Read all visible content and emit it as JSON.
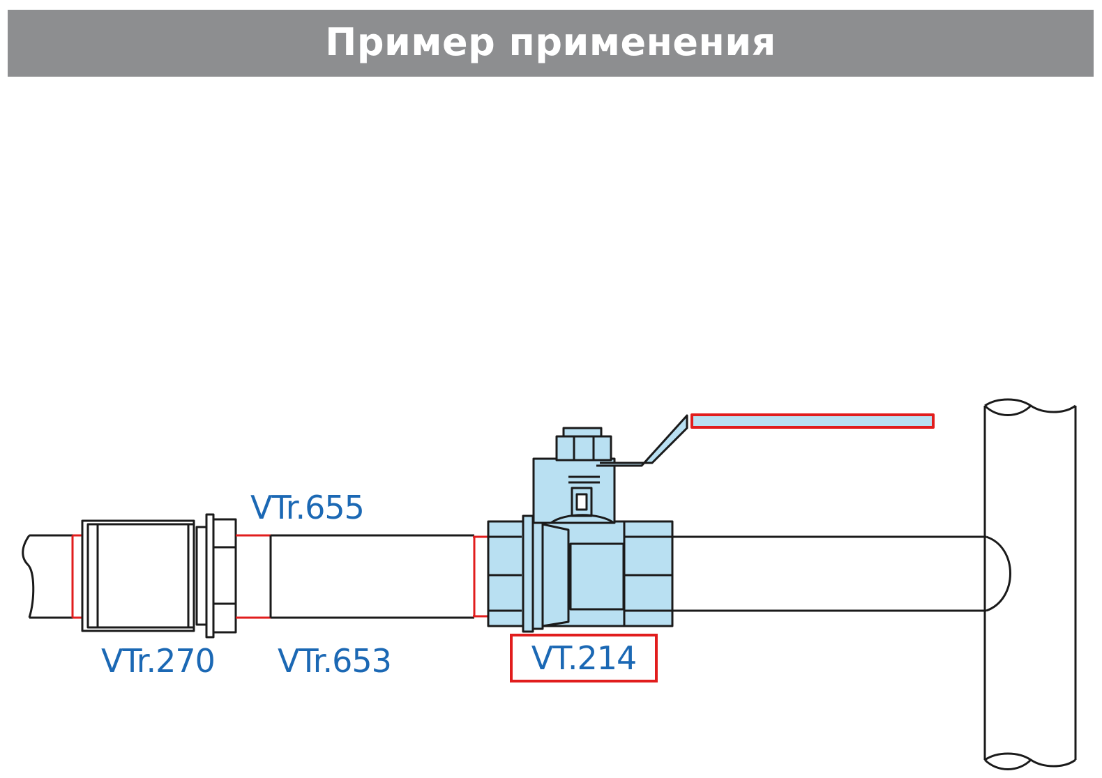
{
  "header": {
    "title": "Пример применения",
    "background": "#8d8e90"
  },
  "labels": {
    "vtr655": "VTr.655",
    "vtr270": "VTr.270",
    "vtr653": "VTr.653",
    "vt214": "VT.214"
  },
  "colors": {
    "label_text": "#1b68b4",
    "valve_fill": "#b9e0f2",
    "highlight_red": "#e11d1d",
    "outline": "#1a1a1a"
  }
}
